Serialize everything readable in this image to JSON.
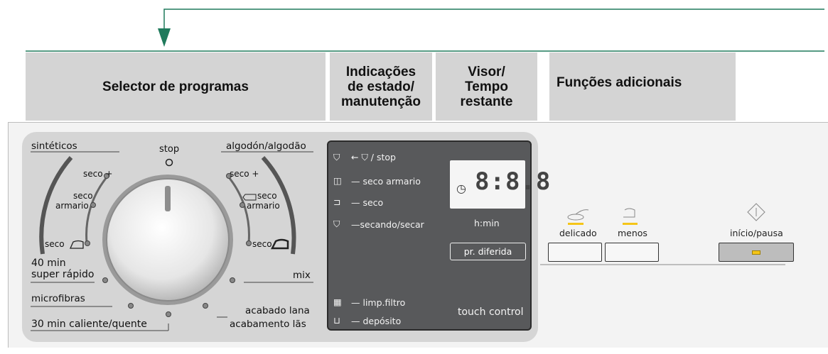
{
  "headers": {
    "selector": "Selector de programas",
    "indications": [
      "Indicações",
      "de estado/",
      "manutenção"
    ],
    "display": [
      "Visor/",
      "Tempo",
      "restante"
    ],
    "functions": "Funções adicionais"
  },
  "dial_labels": {
    "stop": "stop",
    "sinteticos": "sintéticos",
    "algodon": "algodón/algodão",
    "seco_plus_left": "seco +",
    "seco_plus_right": "seco +",
    "seco_armario_left": [
      "seco",
      "armario"
    ],
    "seco_armario_right": [
      "seco",
      "armario"
    ],
    "seco_left": "seco",
    "seco_right": "seco",
    "min40": "40 min",
    "super_rapido": "super rápido",
    "mix": "mix",
    "microfibras": "microfibras",
    "acabado_lana": "acabado lana",
    "acabamento_las": "acabamento lãs",
    "min30": "30 min caliente/quente"
  },
  "status_items": {
    "stop": "← ⛉ / stop",
    "seco_armario": "— seco armario",
    "seco": "— seco",
    "secando": "—secando/secar",
    "limp_filtro": "— limp.filtro",
    "deposito": "— depósito"
  },
  "display": {
    "time": "8:8.8",
    "unit": "h:min",
    "delay_button": "pr. diferida",
    "touch": "touch control"
  },
  "functions": {
    "delicado": "delicado",
    "menos": "menos",
    "inicio": "início/pausa"
  },
  "colors": {
    "arrow": "#1f7a5c",
    "header_bg": "#d4d4d4",
    "display_bg": "#58595b",
    "led_yellow": "#f5c518"
  }
}
